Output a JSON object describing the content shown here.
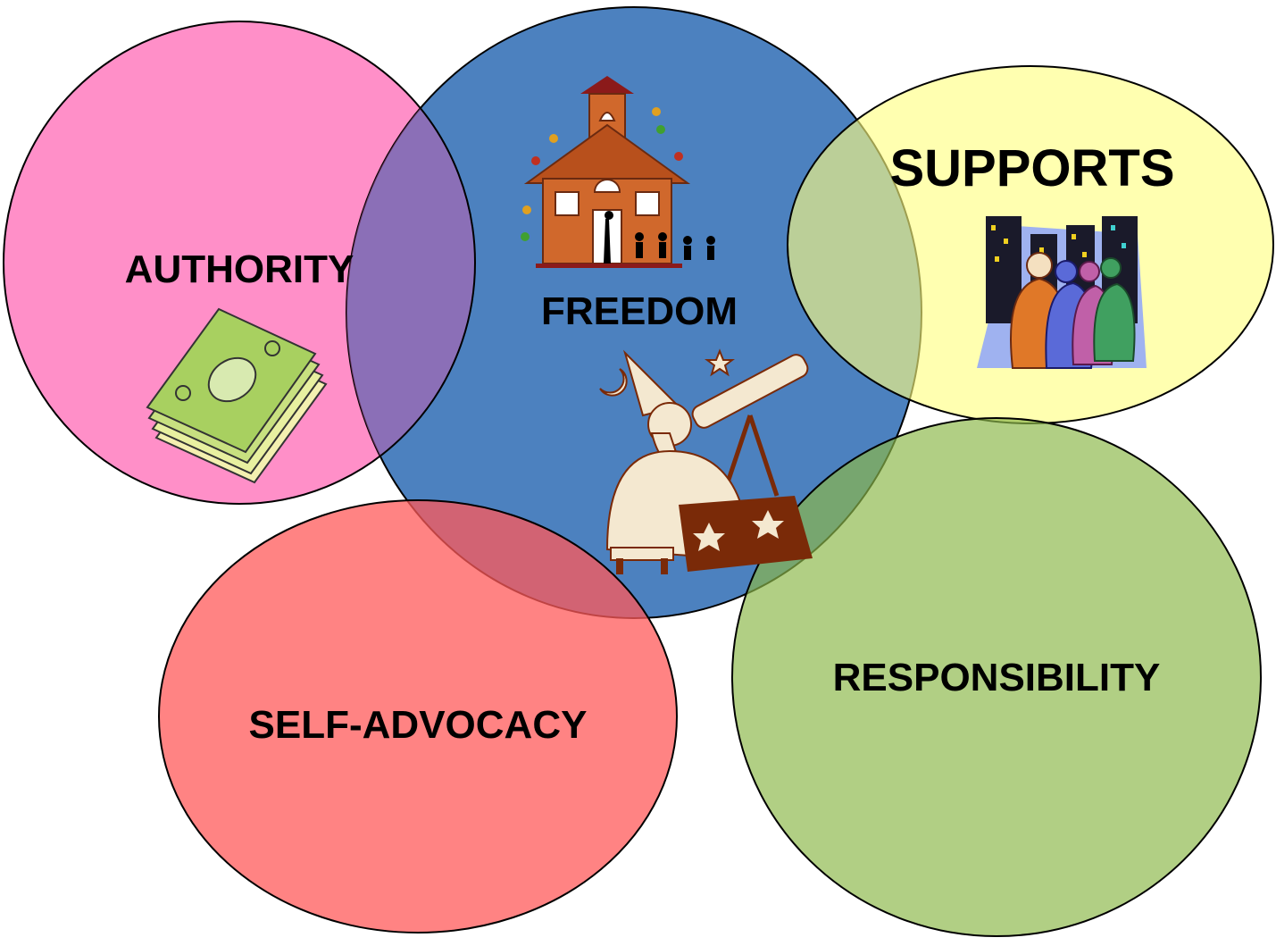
{
  "diagram": {
    "circles": [
      {
        "id": "authority",
        "label": "AUTHORITY",
        "color": "#ff8fc8",
        "icon": "money-stack-icon"
      },
      {
        "id": "freedom",
        "label": "FREEDOM",
        "color": "#4a7fbe",
        "icon": "schoolhouse-icon"
      },
      {
        "id": "supports",
        "label": "SUPPORTS",
        "color": "#ffff80",
        "icon": "people-city-icon"
      },
      {
        "id": "self_advocacy",
        "label": "SELF-ADVOCACY",
        "color": "#ff7a7a"
      },
      {
        "id": "responsibility",
        "label": "RESPONSIBILITY",
        "color": "#9fc260"
      }
    ],
    "extra_icons": [
      "astronomer-telescope-icon"
    ],
    "colors": {
      "authority": "#ff8fc8",
      "freedom": "#4a7fbe",
      "supports": "#ffff80",
      "self_advocacy": "#ff7a7a",
      "responsibility": "#9fc260",
      "outline": "#000000"
    }
  }
}
